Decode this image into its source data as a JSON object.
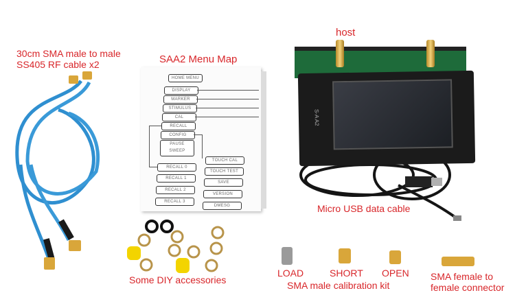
{
  "labels": {
    "rf_cable_line1": "30cm SMA male to male",
    "rf_cable_line2": "SS405 RF cable x2",
    "menu_map_title": "SAA2 Menu Map",
    "host": "host",
    "usb_cable": "Micro USB data cable",
    "diy_accessories": "Some DIY accessories",
    "load": "LOAD",
    "short": "SHORT",
    "open": "OPEN",
    "cal_kit": "SMA male calibration kit",
    "adapter_line1": "SMA female to",
    "adapter_line2": "female connector"
  },
  "menu_map": {
    "home": "HOME MENU",
    "main_items": [
      "DISPLAY",
      "MARKER",
      "STIMULUS",
      "CAL",
      "RECALL",
      "CONFIG"
    ],
    "pause_sweep": [
      "PAUSE",
      "SWEEP"
    ],
    "recall_items": [
      "RECALL 0",
      "RECALL 1",
      "RECALL 2",
      "RECALL 3"
    ],
    "config_items": [
      "TOUCH CAL",
      "TOUCH TEST",
      "SAVE",
      "VERSION",
      "DMESG"
    ]
  },
  "device": {
    "model_mark": "S-A A2"
  },
  "colors": {
    "label_red": "#d8262a",
    "cable_blue": "#2f8fd0",
    "gold": "#d9a63a"
  }
}
